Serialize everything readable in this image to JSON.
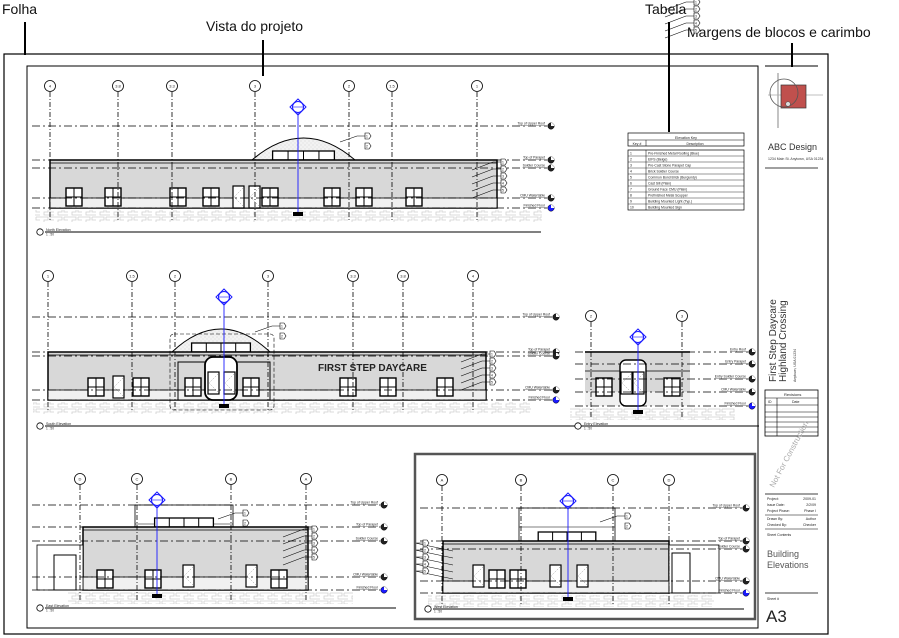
{
  "callouts": {
    "sheet": "Folha",
    "view": "Vista do projeto",
    "schedule": "Tabela",
    "titleblock": "Margens de blocos e carimbo"
  },
  "colors": {
    "wall_fill": "#d8d8d8",
    "accent_blue": "#1a1aff",
    "logo_red": "#c0504d",
    "ground_hatch": "#cccccc"
  },
  "schedule": {
    "title": "Elevation Key",
    "headers": [
      "Key #",
      "Description"
    ],
    "rows": [
      [
        "1",
        "Pre-Finished Metal Roofing (Blue)"
      ],
      [
        "2",
        "EIFS (Beige)"
      ],
      [
        "3",
        "Pre-Cast Stone Parapet Cap"
      ],
      [
        "4",
        "Brick Soldier Course"
      ],
      [
        "5",
        "Common Bond Brick (Burgundy)"
      ],
      [
        "6",
        "Cast Sill (Plain)"
      ],
      [
        "7",
        "Ground Face CMU (Plain)"
      ],
      [
        "8",
        "Prefinished Metal Scupper"
      ],
      [
        "9",
        "Building Mounted Light (Typ.)"
      ],
      [
        "10",
        "Building Mounted Sign"
      ]
    ]
  },
  "titleblock": {
    "company": "ABC Design",
    "address": "1234 Main St. Anytown, USA 01234",
    "project_name": "First Step Daycare",
    "project_subtitle": "Highland Crossing",
    "project_address": "Anytown, USA 01234",
    "revisions_title": "Revisions",
    "revisions_headers": [
      "ID",
      "Date"
    ],
    "watermark": "Not For Construction",
    "fields": [
      {
        "label": "Project:",
        "value": "2009-01"
      },
      {
        "label": "Issue Date:",
        "value": "2/2/09"
      },
      {
        "label": "Project Phase:",
        "value": "Phase I"
      },
      {
        "label": "Drawn By:",
        "value": "Author"
      },
      {
        "label": "Checked By:",
        "value": "Checker"
      }
    ],
    "sheet_contents_label": "Sheet Contents",
    "sheet_contents": "Building Elevations",
    "sheet_number_label": "Sheet #",
    "sheet_number": "A3"
  },
  "levels": {
    "top_upper_roof": "Top of Upper Roof",
    "top_parapet": "Top of Parapet",
    "soldier_course": "Soldier Course",
    "cmu_watertable": "CMU Watertable",
    "finished_floor": "Finished Floor",
    "entry_roof": "Entry Roof",
    "entry_parapet": "Entry Parapet",
    "entry_soldier": "Entry Soldier Course"
  },
  "views": [
    {
      "id": "north",
      "title": "North Elevation",
      "scale": "1 : 50",
      "grids": [
        "4",
        "3.8",
        "3.3",
        "3",
        "2",
        "1.5",
        "1"
      ]
    },
    {
      "id": "south",
      "title": "South Elevation",
      "scale": "1 : 50",
      "grids": [
        "1",
        "1.5",
        "2",
        "3",
        "3.3",
        "3.8",
        "4"
      ],
      "sign": "FIRST STEP DAYCARE"
    },
    {
      "id": "entry",
      "title": "Entry Elevation",
      "scale": "1 : 50",
      "grids": [
        "2",
        "3"
      ]
    },
    {
      "id": "east",
      "title": "East Elevation",
      "scale": "1 : 50",
      "grids": [
        "D",
        "C",
        "B",
        "A"
      ]
    },
    {
      "id": "west",
      "title": "West Elevation",
      "scale": "1 : 50",
      "grids": [
        "A",
        "B",
        "C",
        "D"
      ]
    }
  ]
}
